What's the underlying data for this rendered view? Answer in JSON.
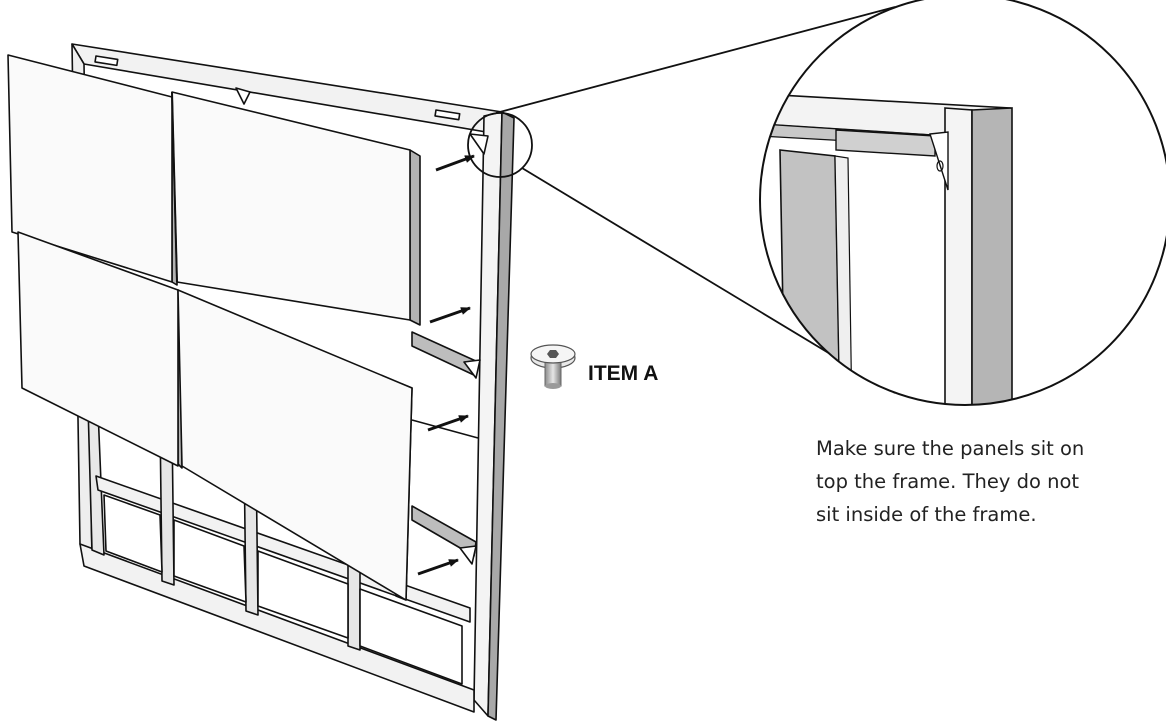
{
  "callout_label": "ITEM A",
  "instruction": {
    "line1": "Make sure the panels sit on",
    "line2": "top the frame. They do not",
    "line3": "sit inside of the frame."
  },
  "colors": {
    "panel_front": "#fafafa",
    "panel_edge": "#b3b3b3",
    "frame_face": "#f2f2f2",
    "frame_side": "#a8a8a8",
    "outline": "#111111"
  },
  "icons": {
    "hardware": "hex-socket-screw-icon",
    "pointer": "arrow-icon"
  }
}
